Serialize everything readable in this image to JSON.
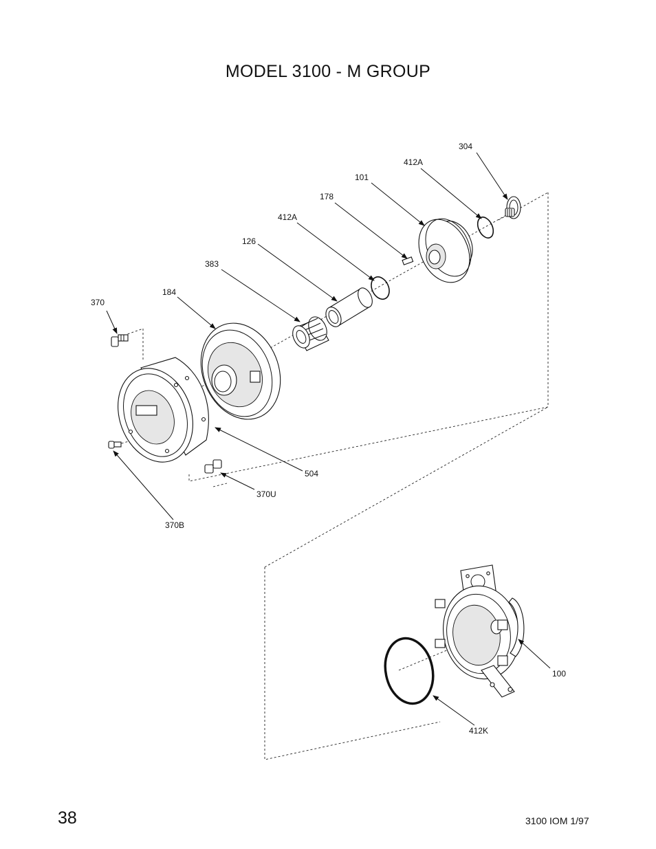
{
  "page": {
    "title": "MODEL 3100 - M GROUP",
    "page_number": "38",
    "doc_reference": "3100 IOM 1/97"
  },
  "callouts": {
    "c304": "304",
    "c412a_top": "412A",
    "c101": "101",
    "c178": "178",
    "c412a_mid": "412A",
    "c126": "126",
    "c383": "383",
    "c184": "184",
    "c370": "370",
    "c504": "504",
    "c370u": "370U",
    "c370b": "370B",
    "c100": "100",
    "c412k": "412K"
  }
}
